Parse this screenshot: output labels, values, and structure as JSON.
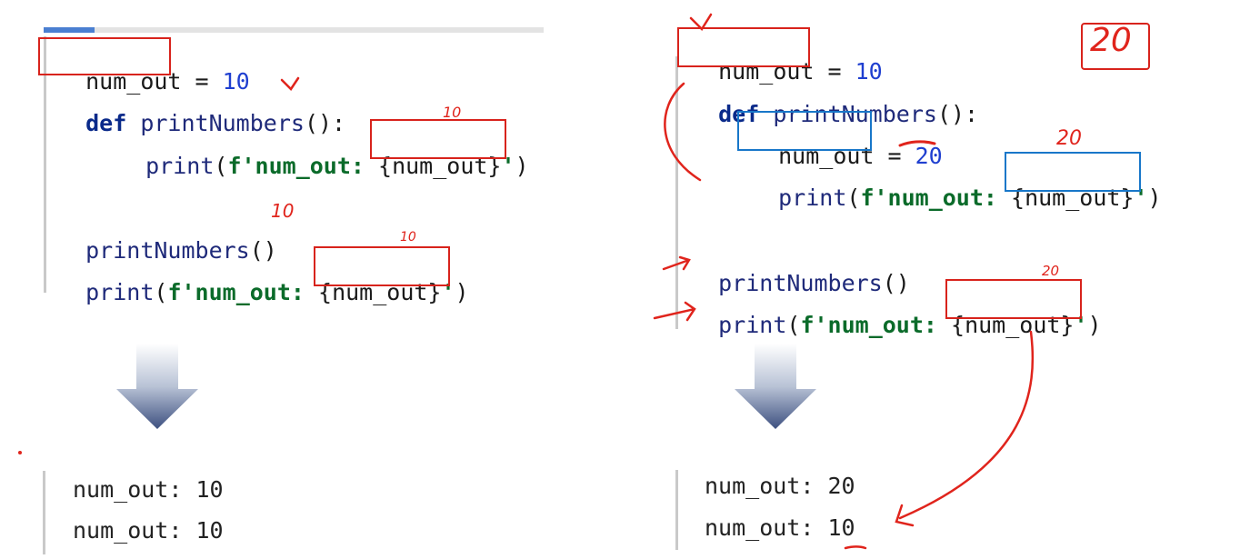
{
  "left": {
    "code": {
      "line1": {
        "var": "num_out",
        "op": " = ",
        "num": "10"
      },
      "line2": {
        "kw": "def",
        "name": " printNumbers",
        "rest": "():"
      },
      "line3": {
        "fn": "print",
        "open": "(",
        "fprefix": "f'num_out: ",
        "field": "{num_out}",
        "close_q": "'",
        "close": ")"
      },
      "line4": {
        "call": "printNumbers",
        "rest": "()"
      },
      "line5": {
        "fn": "print",
        "open": "(",
        "fprefix": "f'num_out: ",
        "field": "{num_out}",
        "close_q": "'",
        "close": ")"
      }
    },
    "output": [
      "num_out: 10",
      "num_out: 10"
    ],
    "annotations": {
      "a1": "10",
      "a2": "10",
      "a3": "10"
    }
  },
  "right": {
    "code": {
      "line1": {
        "var": "num_out",
        "op": " = ",
        "num": "10"
      },
      "line2": {
        "kw": "def",
        "name": " printNumbers",
        "rest": "():"
      },
      "line3": {
        "var": "num_out",
        "op": " = ",
        "num": "20"
      },
      "line4": {
        "fn": "print",
        "open": "(",
        "fprefix": "f'num_out: ",
        "field": "{num_out}",
        "close_q": "'",
        "close": ")"
      },
      "line5": {
        "call": "printNumbers",
        "rest": "()"
      },
      "line6": {
        "fn": "print",
        "open": "(",
        "fprefix": "f'num_out: ",
        "field": "{num_out}",
        "close_q": "'",
        "close": ")"
      }
    },
    "output": [
      "num_out: 20",
      "num_out: 10"
    ],
    "annotations": {
      "corner": "20",
      "a1": "20",
      "a2": "20"
    }
  },
  "colors": {
    "red": "#d8231c",
    "blue": "#1877c9",
    "arrow": "#4a5d86"
  }
}
